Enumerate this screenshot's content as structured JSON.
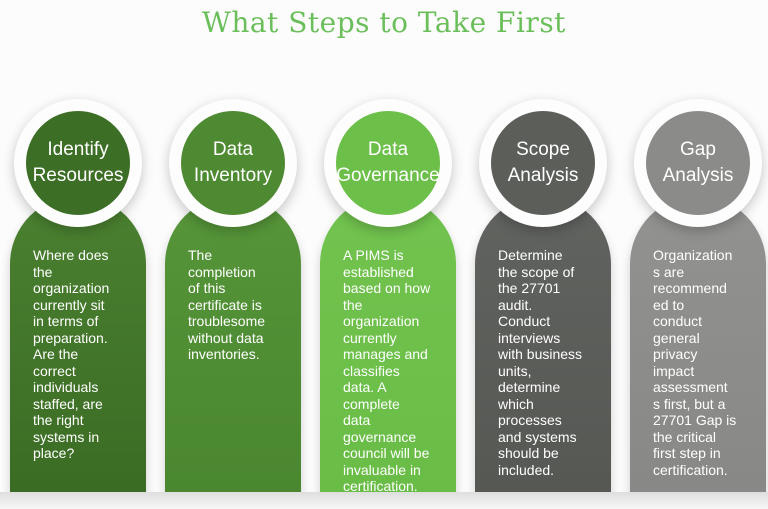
{
  "title": {
    "text": "What Steps to Take First",
    "color": "#6abf5a"
  },
  "columns": [
    {
      "name": "identify-resources",
      "label": "Identify\nResources",
      "body": "Where does\nthe\norganization\ncurrently sit\nin terms of\npreparation.\nAre the\ncorrect\nindividuals\nstaffed, are\nthe right\nsystems in\nplace?",
      "circle_color": "#3d6e26",
      "pill_top": "#4a8030",
      "pill_bottom": "#3b6c24"
    },
    {
      "name": "data-inventory",
      "label": "Data\nInventory",
      "body": "The\ncompletion\nof this\ncertificate is\ntroublesome\nwithout data\ninventories.",
      "circle_color": "#4e8a31",
      "pill_top": "#569539",
      "pill_bottom": "#4a8730"
    },
    {
      "name": "data-governance",
      "label": "Data\nGovernance",
      "body": "A PIMS is\nestablished\nbased on how\nthe\norganization\ncurrently\nmanages and\nclassifies\ndata. A\ncomplete\ndata\ngovernance\ncouncil will be\ninvaluable in\ncertification.",
      "circle_color": "#6cbf49",
      "pill_top": "#72c34f",
      "pill_bottom": "#69bd46"
    },
    {
      "name": "scope-analysis",
      "label": "Scope\nAnalysis",
      "body": "Determine\nthe scope of\nthe 27701\naudit.\nConduct\ninterviews\nwith business\nunits,\ndetermine\nwhich\nprocesses\nand systems\nshould be\nincluded.",
      "circle_color": "#5c5e5a",
      "pill_top": "#616360",
      "pill_bottom": "#565854"
    },
    {
      "name": "gap-analysis",
      "label": "Gap\nAnalysis",
      "body": "Organization\ns are\nrecommend\ned to\nconduct\ngeneral\nprivacy\nimpact\nassessment\ns first, but a\n27701 Gap is\nthe critical\nfirst step in\ncertification.",
      "circle_color": "#8b8b89",
      "pill_top": "#929290",
      "pill_bottom": "#888886"
    }
  ]
}
